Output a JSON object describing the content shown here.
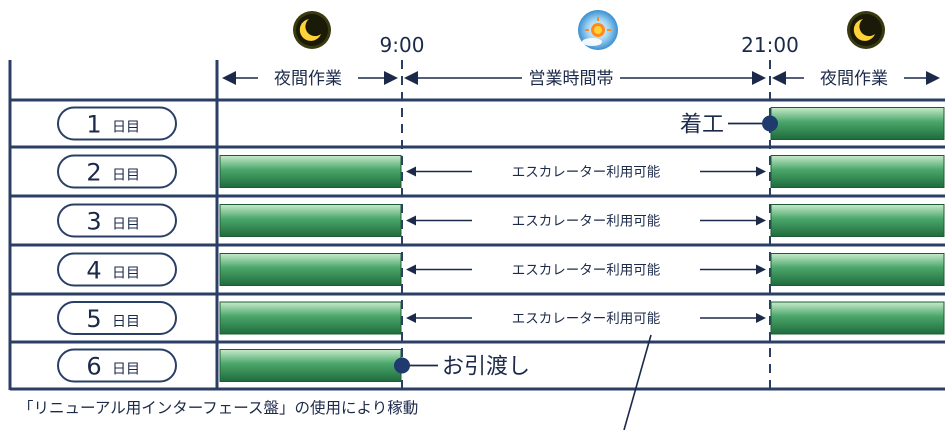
{
  "times": {
    "start": "9:00",
    "end": "21:00"
  },
  "bands": {
    "night_left": "夜間作業",
    "business": "営業時間帯",
    "night_right": "夜間作業"
  },
  "days": [
    {
      "num": "1",
      "unit": "日目",
      "event": "着工",
      "bars": [
        "night_right"
      ],
      "middle_text": ""
    },
    {
      "num": "2",
      "unit": "日目",
      "event": "",
      "bars": [
        "night_left",
        "night_right"
      ],
      "middle_text": "エスカレーター利用可能"
    },
    {
      "num": "3",
      "unit": "日目",
      "event": "",
      "bars": [
        "night_left",
        "night_right"
      ],
      "middle_text": "エスカレーター利用可能"
    },
    {
      "num": "4",
      "unit": "日目",
      "event": "",
      "bars": [
        "night_left",
        "night_right"
      ],
      "middle_text": "エスカレーター利用可能"
    },
    {
      "num": "5",
      "unit": "日目",
      "event": "",
      "bars": [
        "night_left",
        "night_right"
      ],
      "middle_text": "エスカレーター利用可能"
    },
    {
      "num": "6",
      "unit": "日目",
      "event": "お引渡し",
      "bars": [
        "night_left"
      ],
      "middle_text": ""
    }
  ],
  "footnote": "「リニューアル用インターフェース盤」の使用により稼動",
  "icons": {
    "night": "moon-icon",
    "day": "sun-icon"
  },
  "colors": {
    "grid": "#2b3f66",
    "bar_light": "#b9e2bf",
    "bar_mid": "#3f9a5f",
    "bar_dark": "#1f6b3d",
    "text": "#1c2a4a"
  }
}
